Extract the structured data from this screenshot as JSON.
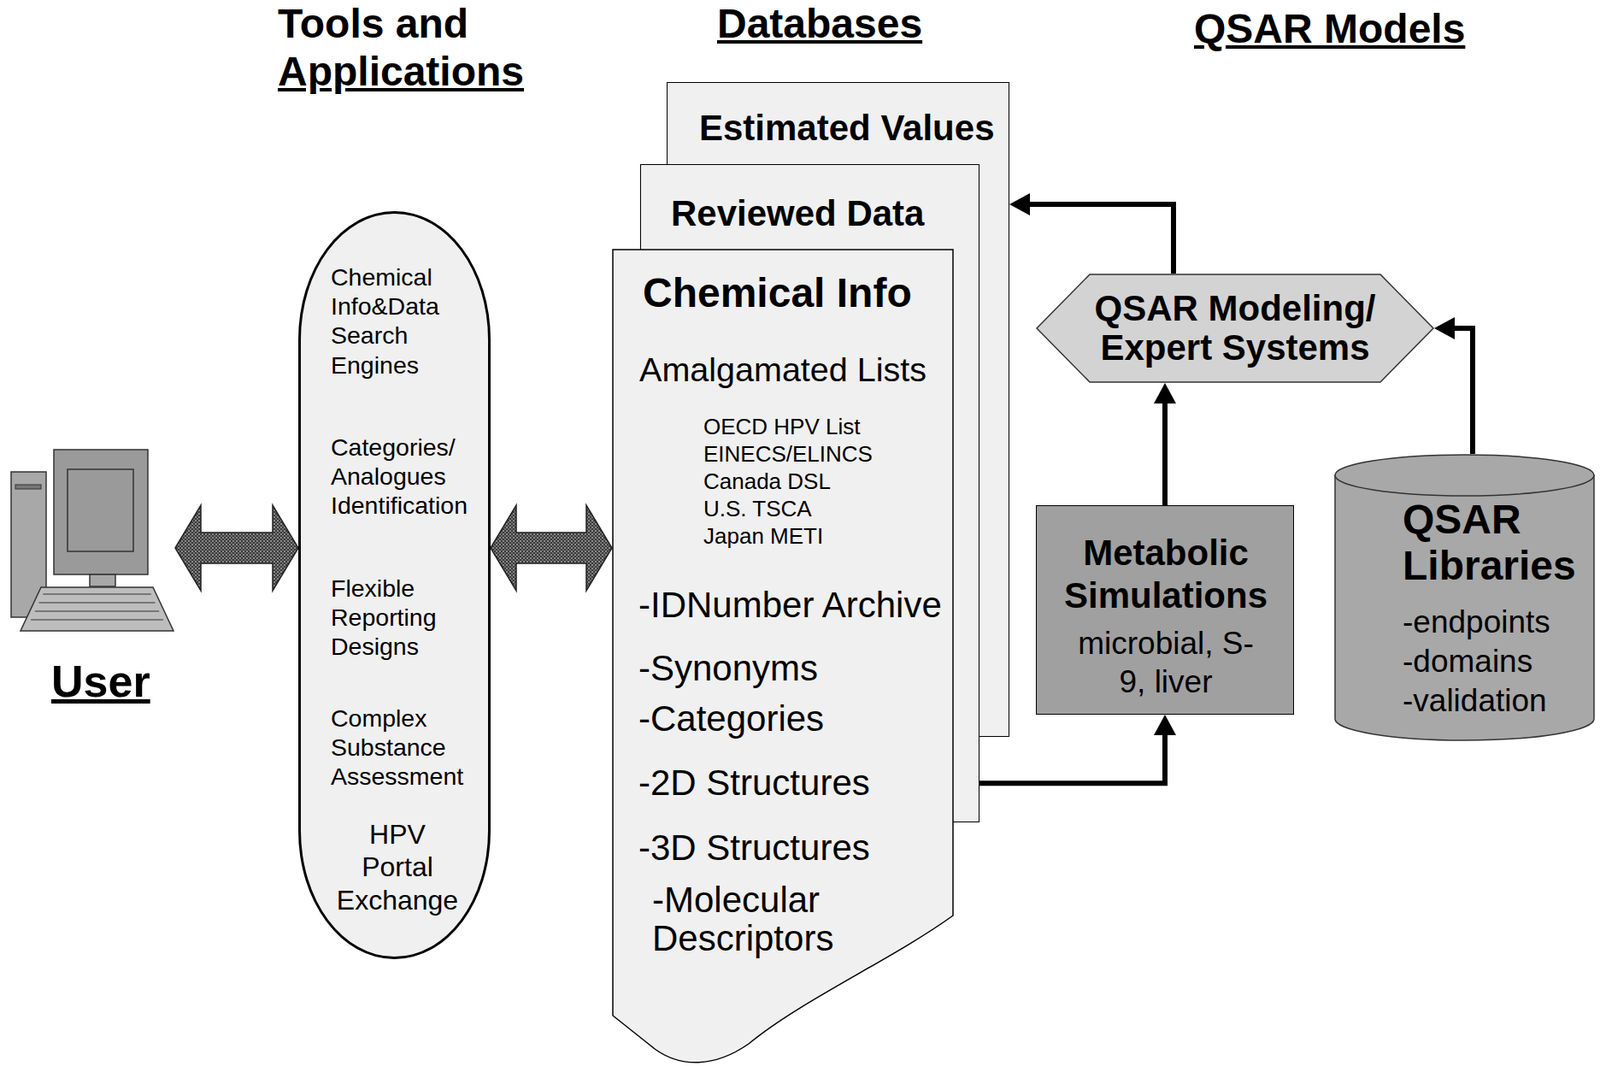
{
  "diagram": {
    "nodes": [
      {
        "text": [
          "User"
        ]
      },
      {
        "text": [
          "Chemical Info&Data Search Engines",
          "Categories/ Analogues Identification",
          "Flexible Reporting Designs",
          "Complex Substance Assessment",
          "HPV Portal Exchange"
        ]
      },
      {
        "text": [
          "Estimated Values"
        ]
      },
      {
        "text": [
          "Reviewed Data"
        ]
      },
      {
        "text": [
          "Chemical Info",
          "Amalgamated Lists",
          "OECD HPV List",
          "EINECS/ELINCS",
          "Canada  DSL",
          "U.S. TSCA",
          "Japan METI",
          "-IDNumber Archive",
          "-Synonyms",
          "-Categories",
          "-2D Structures",
          "-3D Structures",
          "-Molecular Descriptors"
        ]
      },
      {
        "text": [
          "QSAR Modeling/ Expert Systems"
        ]
      },
      {
        "text": [
          "Metabolic Simulations",
          "microbial, S-9, liver"
        ]
      },
      {
        "text": [
          "QSAR Libraries",
          "-endpoints",
          "-domains",
          "-validation"
        ]
      }
    ],
    "edges": [
      {
        "from": 0,
        "to": 1,
        "arrow": "both"
      },
      {
        "from": 1,
        "to": 4,
        "arrow": "both"
      },
      {
        "from": 4,
        "to": 6,
        "arrow": "to"
      },
      {
        "from": 6,
        "to": 5,
        "arrow": "to"
      },
      {
        "from": 7,
        "to": 5,
        "arrow": "to"
      },
      {
        "from": 5,
        "to": 2,
        "arrow": "to"
      }
    ],
    "labels": [
      "Tools and",
      "Applications",
      "Databases",
      "QSAR Models"
    ]
  }
}
